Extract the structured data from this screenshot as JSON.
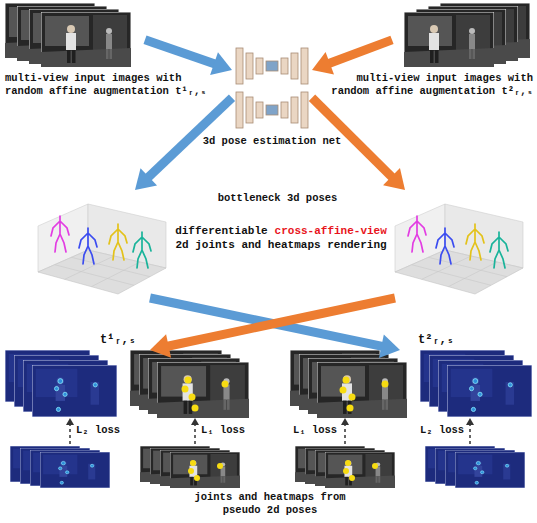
{
  "diagram": {
    "nodes": [
      {
        "text": [
          "multi-view input images with random affine augmentation t¹ᵣ,ₛ"
        ]
      },
      {
        "text": [
          "multi-view input images with random affine augmentation t²ᵣ,ₛ"
        ]
      },
      {
        "text": [
          "3d pose estimation net"
        ]
      },
      {
        "text": [
          "bottleneck 3d poses"
        ]
      },
      {
        "text": [
          "t¹ᵣ,ₛ"
        ]
      },
      {
        "text": [
          "t²ᵣ,ₛ"
        ]
      },
      {
        "text": [
          "joints and heatmaps from pseudo 2d poses"
        ]
      }
    ],
    "edges": [
      {
        "from": 0,
        "to": 2,
        "arrow": "to"
      },
      {
        "from": 1,
        "to": 2,
        "arrow": "to"
      },
      {
        "from": 2,
        "to": 3,
        "arrow": "to"
      },
      {
        "from": 2,
        "to": 3,
        "arrow": "to"
      },
      {
        "from": 3,
        "to": 5,
        "arrow": "to"
      },
      {
        "from": 3,
        "to": 4,
        "arrow": "to"
      },
      {
        "from": 6,
        "to": 4,
        "label": "L₂ loss",
        "arrow": "to"
      },
      {
        "from": 6,
        "to": 4,
        "label": "L₁ loss",
        "arrow": "to"
      },
      {
        "from": 6,
        "to": 5,
        "label": "L₁ loss",
        "arrow": "to"
      },
      {
        "from": 6,
        "to": 5,
        "label": "L₂ loss",
        "arrow": "to"
      }
    ],
    "labels": [
      "differentiable",
      "cross-affine-view",
      "2d joints and heatmaps rendering"
    ]
  }
}
